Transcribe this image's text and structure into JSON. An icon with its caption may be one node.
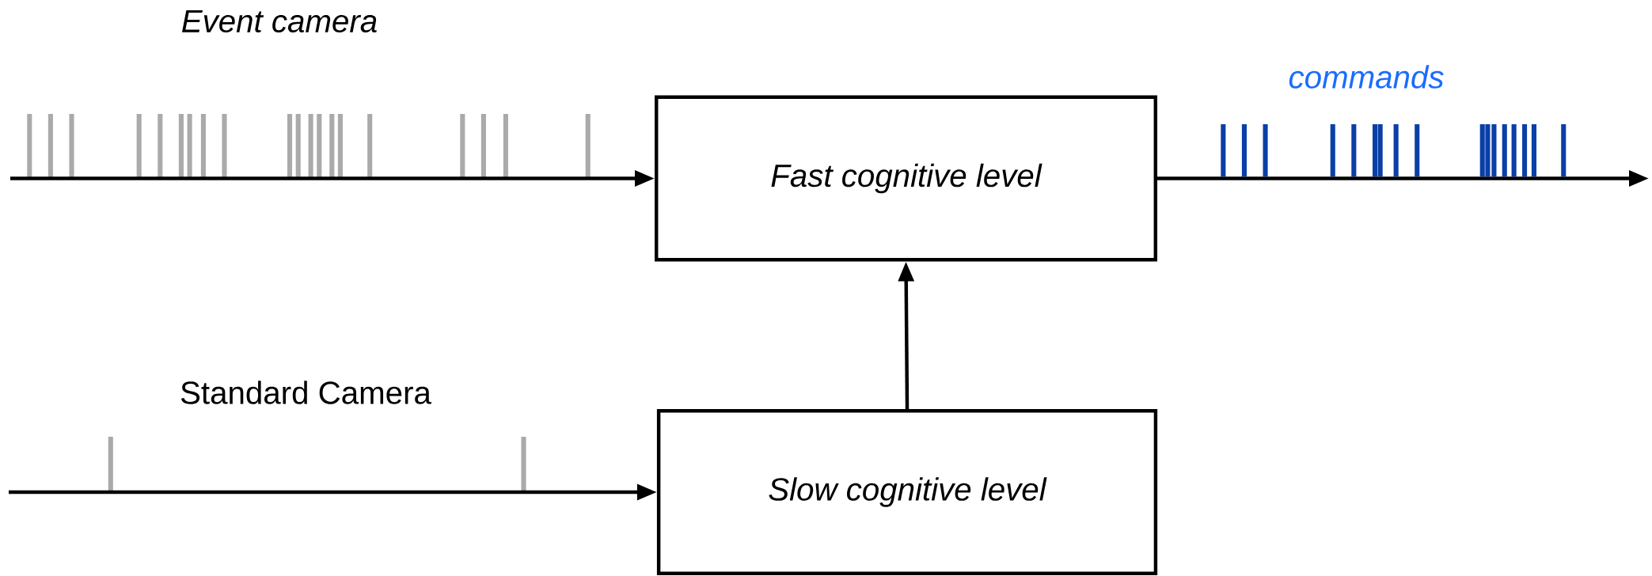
{
  "diagram": {
    "nodes": [
      {
        "text": [
          "Fast cognitive level"
        ]
      },
      {
        "text": [
          "Slow cognitive level"
        ]
      }
    ],
    "edges": [
      {
        "from": null,
        "to": 0,
        "arrow": "to"
      },
      {
        "from": null,
        "to": 1,
        "arrow": "to"
      },
      {
        "from": 1,
        "to": 0,
        "arrow": "to"
      },
      {
        "from": 0,
        "to": null,
        "arrow": "to"
      }
    ],
    "labels": [
      "Event camera",
      "commands",
      "Standard Camera"
    ]
  }
}
